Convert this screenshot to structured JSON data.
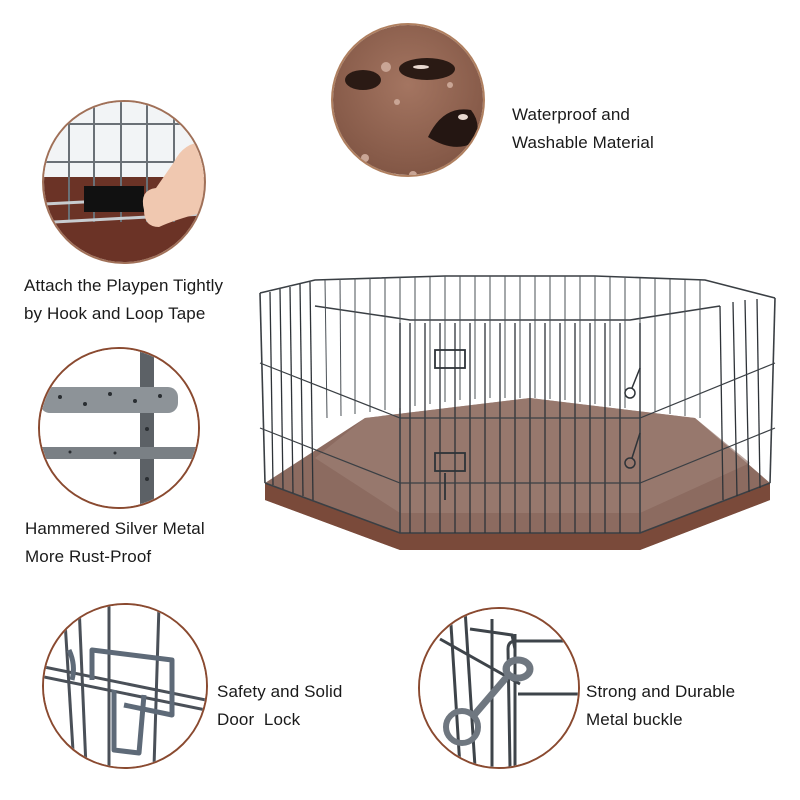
{
  "features": {
    "waterproof": {
      "line1": "Waterproof and",
      "line2": "Washable Material",
      "icon": "water-droplets-on-fabric"
    },
    "attach": {
      "line1": "Attach the Playpen Tightly",
      "line2": "by Hook and Loop Tape",
      "icon": "hand-attaching-strap"
    },
    "metal": {
      "line1": "Hammered Silver Metal",
      "line2": "More Rust-Proof",
      "icon": "hammered-metal-bars"
    },
    "door_lock": {
      "line1": "Safety and Solid",
      "line2": "Door  Lock",
      "icon": "door-latch"
    },
    "buckle": {
      "line1": "Strong and Durable",
      "line2": "Metal buckle",
      "icon": "snap-hook-buckle"
    }
  },
  "product": {
    "name": "octagonal-metal-playpen-with-brown-mat",
    "panels": 8
  },
  "colors": {
    "circle_border": "#8a4a30",
    "mat_brown": "#7a4a3a",
    "fabric_tan": "#9a6b57",
    "wire": "#3a3f44",
    "text": "#1a1a1a"
  }
}
